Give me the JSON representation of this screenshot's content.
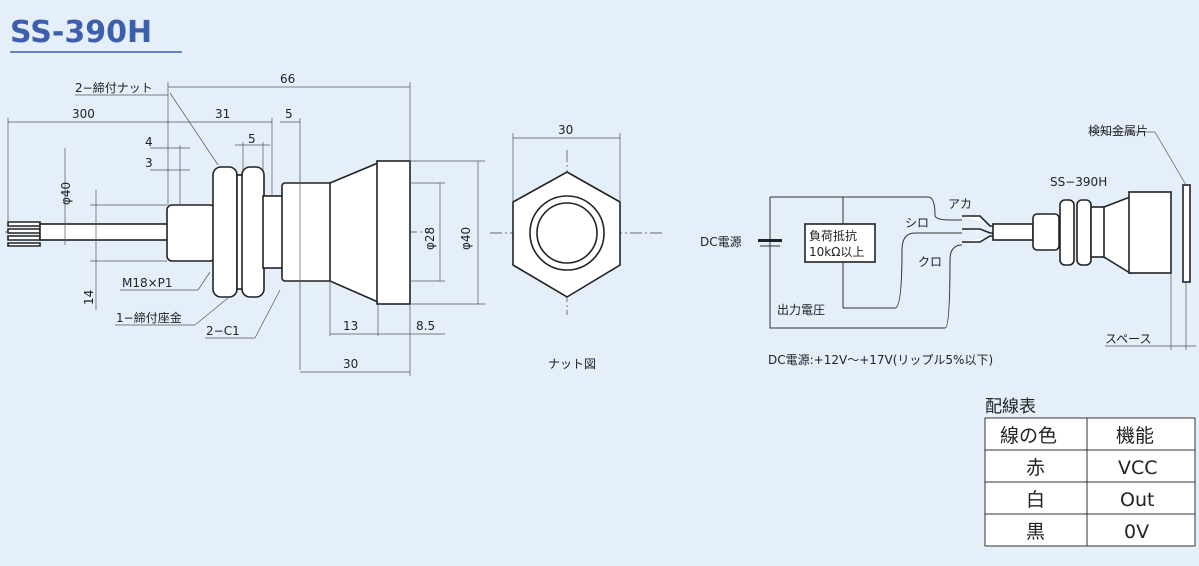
{
  "title": "SS-390H",
  "side_view": {
    "dims": {
      "d66": "66",
      "d300": "300",
      "d31": "31",
      "d5a": "5",
      "d4": "4",
      "d3": "3",
      "d5b": "5",
      "phi40": "φ40",
      "phi28": "φ28",
      "phi40b": "φ40",
      "d14": "14",
      "d13": "13",
      "d85": "8.5",
      "d30": "30"
    },
    "labels": {
      "nut": "2−締付ナット",
      "thread": "M18×P1",
      "washer": "1−締付座金",
      "chamfer": "2−C1"
    }
  },
  "nut_view": {
    "dim": "30",
    "caption": "ナット図"
  },
  "circuit": {
    "dc_source": "DC電源",
    "load": "負荷抵抗",
    "load_value": "10kΩ以上",
    "output": "出力電圧",
    "wire_red": "アカ",
    "wire_white": "シロ",
    "wire_black": "クロ",
    "model": "SS−390H",
    "target": "検知金属片",
    "space": "スペース",
    "supply_note": "DC電源:+12V〜+17V(リップル5%以下)"
  },
  "wiring_table": {
    "title": "配線表",
    "headers": [
      "線の色",
      "機能"
    ],
    "rows": [
      [
        "赤",
        "VCC"
      ],
      [
        "白",
        "Out"
      ],
      [
        "黒",
        "0V"
      ]
    ]
  }
}
